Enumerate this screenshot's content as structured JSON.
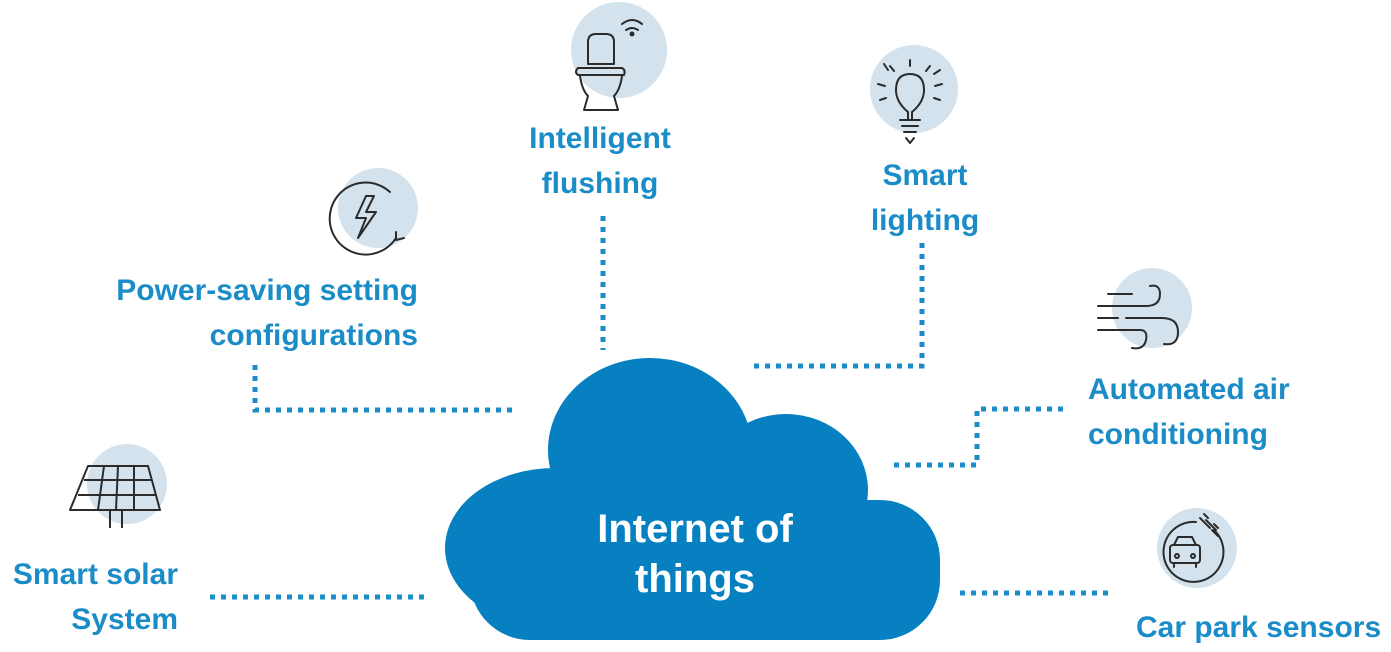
{
  "colors": {
    "cloud": "#0680c0",
    "label": "#1a8cc7",
    "connector": "#1a8cc7",
    "icon_circle": "#d3e2ec",
    "icon_stroke": "#2b2b2b"
  },
  "center": {
    "line1": "Internet of",
    "line2": "things"
  },
  "nodes": [
    {
      "id": "flushing",
      "icon": "toilet-icon",
      "line1": "Intelligent",
      "line2": "flushing"
    },
    {
      "id": "lighting",
      "icon": "lightbulb-icon",
      "line1": "Smart",
      "line2": "lighting"
    },
    {
      "id": "power",
      "icon": "power-cycle-icon",
      "line1": "Power-saving setting",
      "line2": "configurations"
    },
    {
      "id": "air",
      "icon": "wind-icon",
      "line1": "Automated air",
      "line2": "conditioning"
    },
    {
      "id": "solar",
      "icon": "solar-panel-icon",
      "line1": "Smart solar",
      "line2": "System"
    },
    {
      "id": "carpark",
      "icon": "car-plug-icon",
      "line1": "Car park sensors",
      "line2": ""
    }
  ]
}
